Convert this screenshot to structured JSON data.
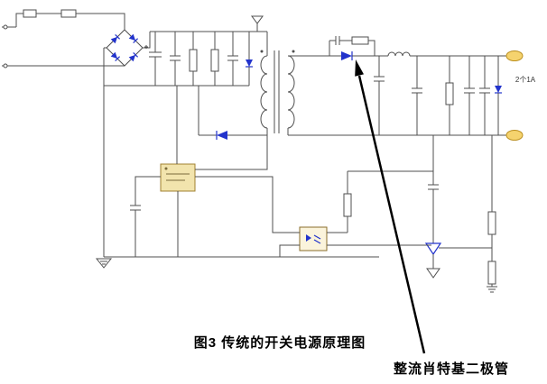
{
  "figure": {
    "caption": "图3  传统的开关电源原理图",
    "annotation_label": "整流肖特基二极管",
    "output_label": "2个1A"
  },
  "colors": {
    "wire": "#4f4f4f",
    "diode_blue": "#2233cc",
    "ic_fill": "#f2e4ad",
    "optocoupler_fill": "#fbf4dc",
    "terminal_fill": "#f5d36e",
    "arrow": "#000000",
    "background": "#ffffff"
  }
}
